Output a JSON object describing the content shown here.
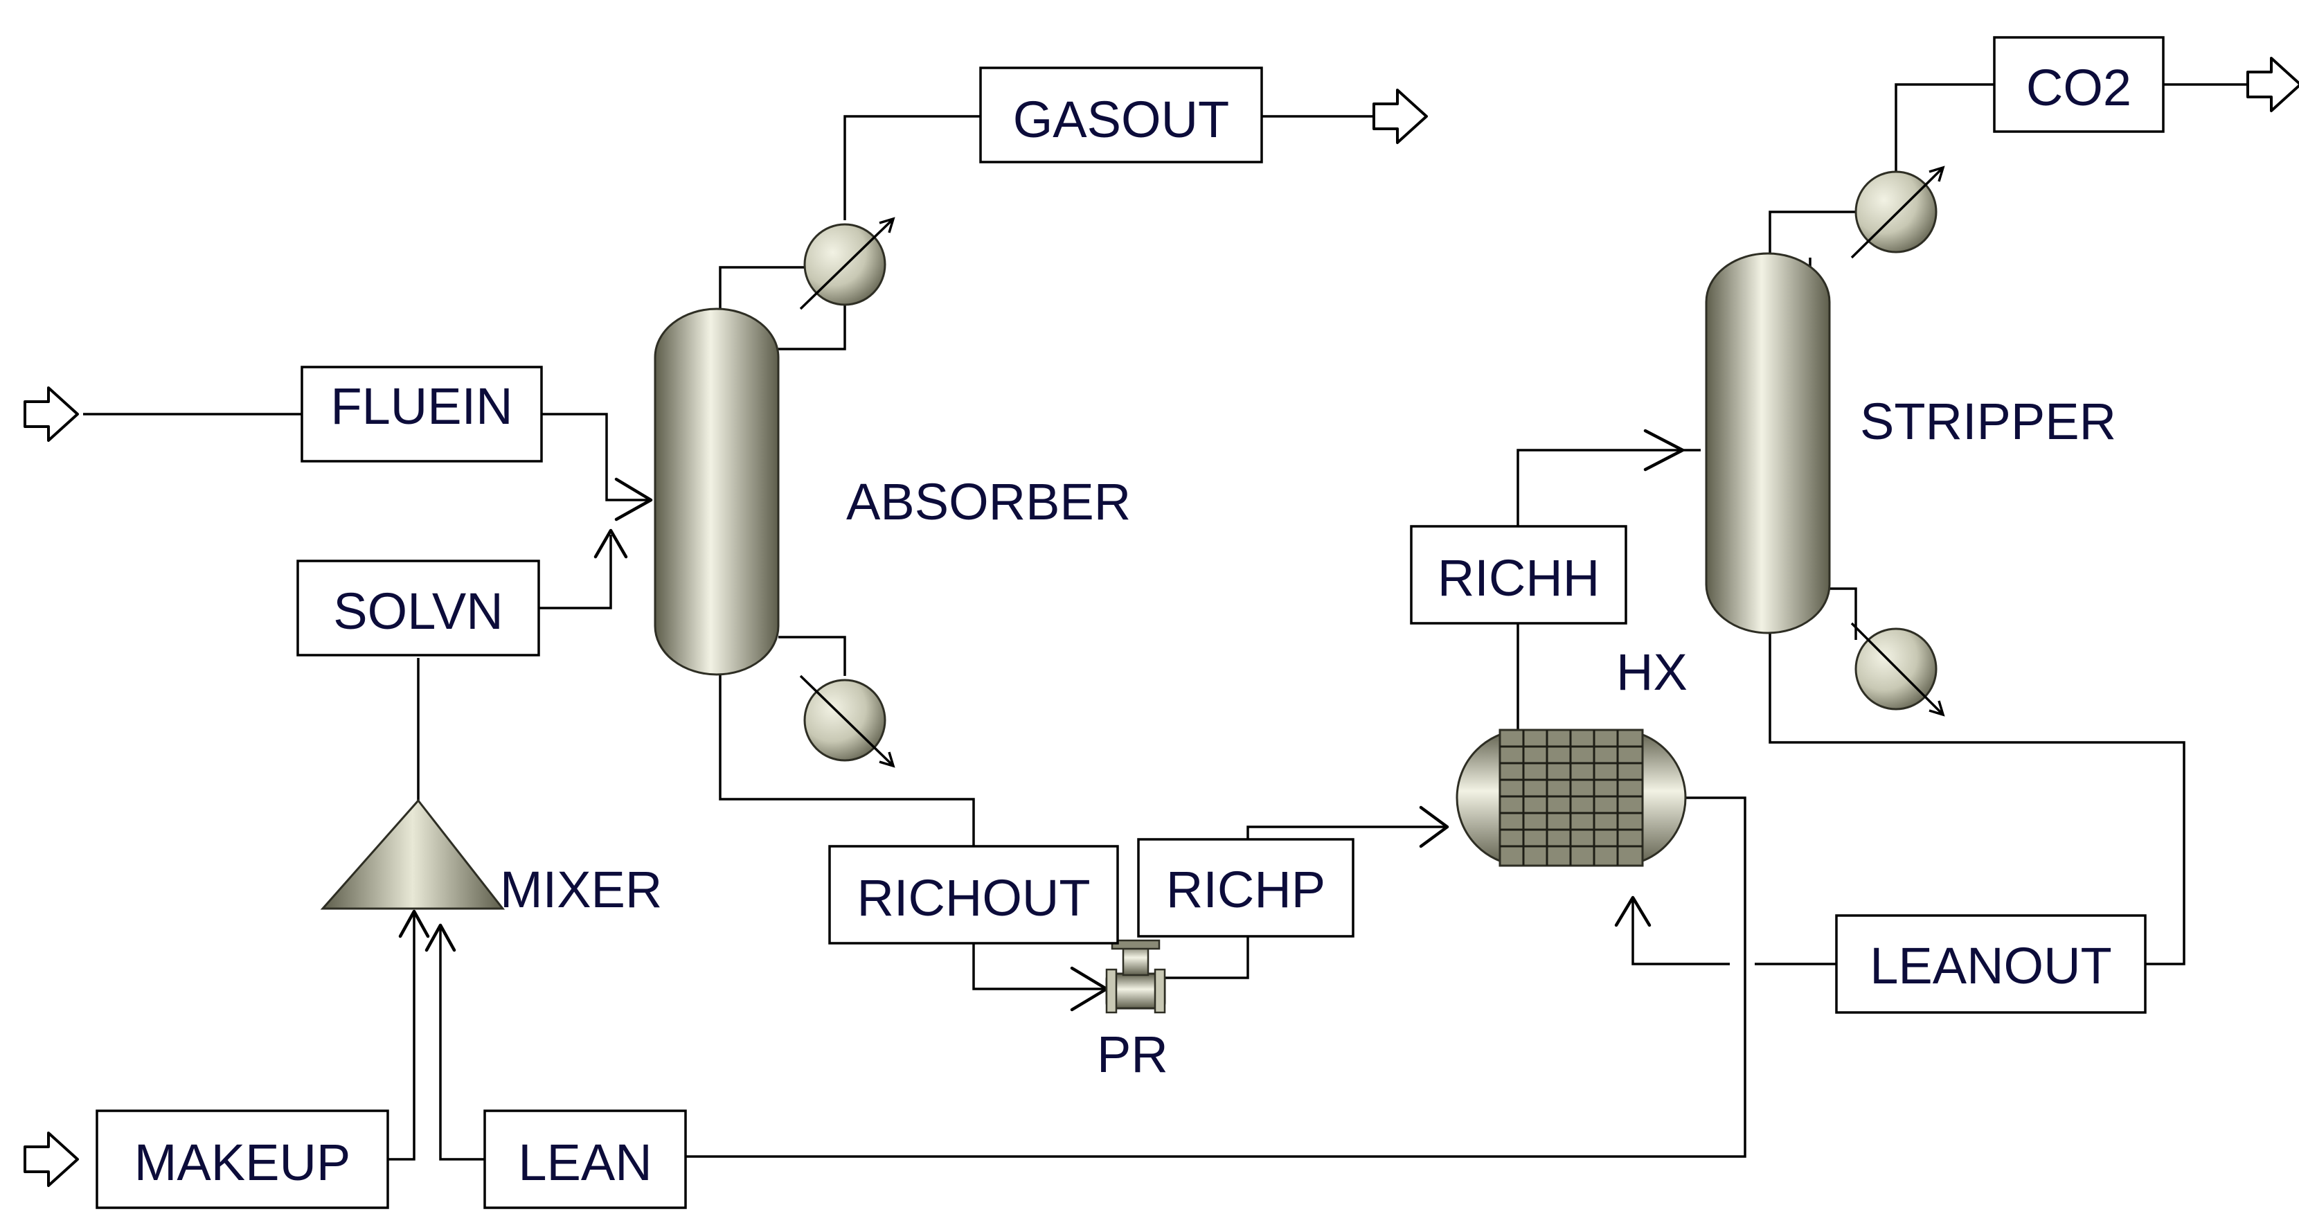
{
  "blocks": {
    "absorber": "ABSORBER",
    "stripper": "STRIPPER",
    "mixer": "MIXER",
    "hx": "HX",
    "pr": "PR"
  },
  "streams": {
    "fluein": "FLUEIN",
    "solvn": "SOLVN",
    "gasout": "GASOUT",
    "richout": "RICHOUT",
    "richp": "RICHP",
    "richh": "RICHH",
    "co2": "CO2",
    "leanout": "LEANOUT",
    "makeup": "MAKEUP",
    "lean": "LEAN"
  },
  "icons": {
    "column": "distillation-column-icon",
    "exchanger_round": "heat-exchanger-icon",
    "shell_tube": "shell-tube-exchanger-icon",
    "mixer": "mixer-cone-icon",
    "valve": "valve-icon",
    "feed_port": "open-arrow-port-icon"
  },
  "colors": {
    "equipment_light": "#f2f2e4",
    "equipment_mid": "#c8c8b4",
    "equipment_dark": "#5e5e4c",
    "stream_line": "#000000",
    "label_text": "#0c0c3a"
  }
}
